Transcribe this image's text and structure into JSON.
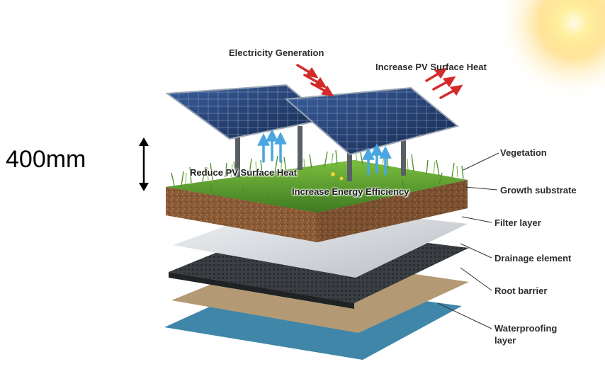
{
  "height_dimension": {
    "value_text": "400mm",
    "icon": "double-arrow-vertical-icon"
  },
  "top_labels": {
    "electricity_generation": "Electricity Generation",
    "increase_pv_surface_heat": "Increase PV Surface Heat"
  },
  "overlay_labels": {
    "reduce_pv_surface_heat": "Reduce PV Surface Heat",
    "increase_energy_efficiency": "Increase Energy Efficiency"
  },
  "layer_labels": {
    "vegetation": "Vegetation",
    "growth_substrate": "Growth substrate",
    "filter_layer": "Filter layer",
    "drainage_element": "Drainage element",
    "root_barrier": "Root barrier",
    "waterproofing_layer": "Waterproofing layer"
  },
  "colors": {
    "solar_panel": "#1f3a6b",
    "soil": "#8a5a36",
    "grass": "#4f8f2a",
    "filter": "#d9dde2",
    "drainage": "#34383d",
    "root_barrier": "#b49a74",
    "waterproofing": "#3f86a8",
    "sun": "#ffd24a",
    "heat_arrow": "#d42a2a",
    "cool_arrow": "#4aa6e0"
  },
  "icons": [
    "sun-icon",
    "heat-arrow-icon",
    "cooling-arrow-icon",
    "solar-panel-icon"
  ]
}
